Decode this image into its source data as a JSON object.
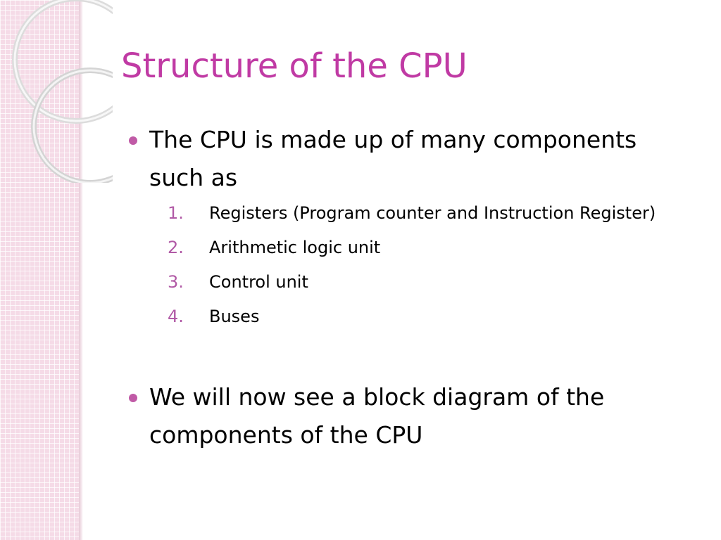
{
  "slide": {
    "title": "Structure of the CPU",
    "bullets": [
      {
        "text": "The CPU is made up of many components such as",
        "sub_items": [
          {
            "number": "1.",
            "text": "Registers (Program counter and Instruction Register)"
          },
          {
            "number": "2.",
            "text": "Arithmetic logic unit"
          },
          {
            "number": "3.",
            "text": "Control unit"
          },
          {
            "number": "4.",
            "text": "Buses"
          }
        ]
      },
      {
        "text": "We will now see a block diagram of the components of the CPU"
      }
    ]
  },
  "theme": {
    "title_color": "#c03aa4",
    "bullet_color": "#c05aa6",
    "number_color": "#b15aa6",
    "side_panel_color": "#f5dbe7"
  }
}
